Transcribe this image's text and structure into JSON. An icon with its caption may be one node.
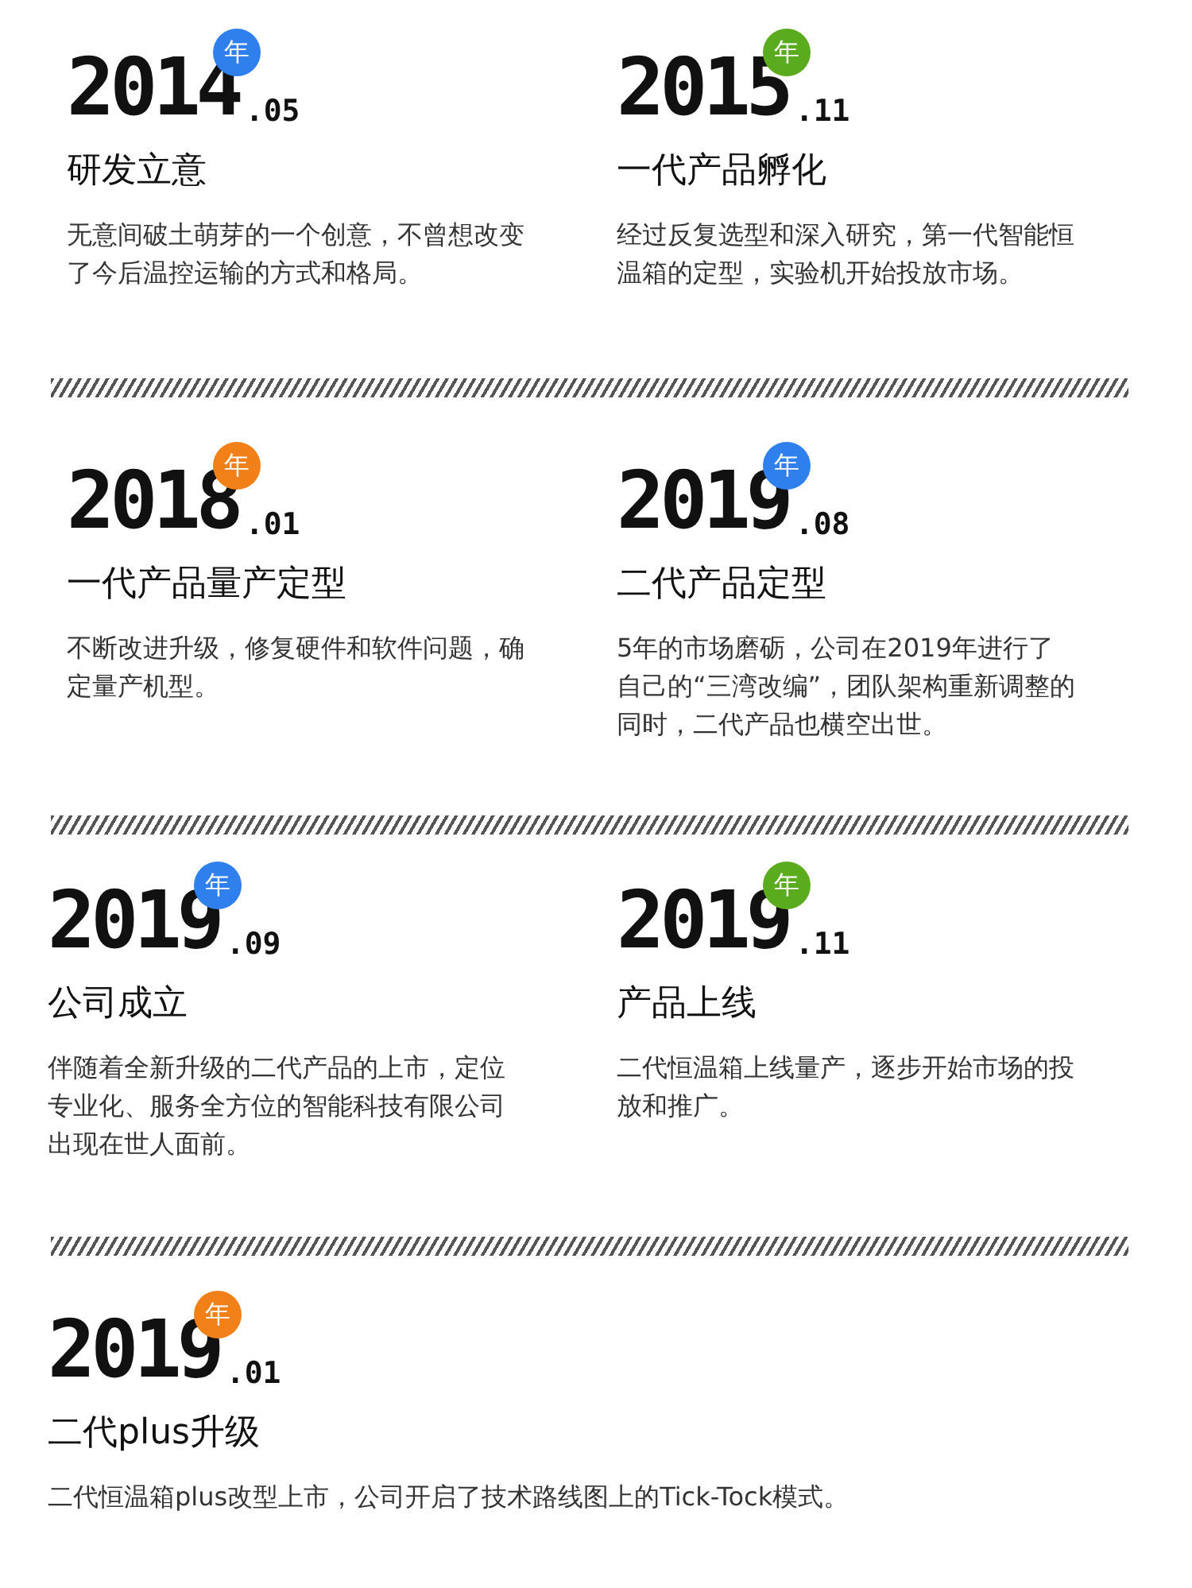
{
  "diagram": {
    "nodes": [
      {
        "text": [
          "2014",
          ".05",
          "年",
          "研发立意",
          "无意间破土萌芽的一个创意，不曾想改变了今后温控运输的方式和格局。"
        ]
      },
      {
        "text": [
          "2015",
          ".11",
          "年",
          "一代产品孵化",
          "经过反复选型和深入研究，第一代智能恒温箱的定型，实验机开始投放市场。"
        ]
      },
      {
        "text": [
          "2018",
          ".01",
          "年",
          "一代产品量产定型",
          "不断改进升级，修复硬件和软件问题，确定量产机型。"
        ]
      },
      {
        "text": [
          "2019",
          ".08",
          "年",
          "二代产品定型",
          "5年的市场磨砺，公司在2019年进行了自己的“三湾改编”，团队架构重新调整的同时，二代产品也横空出世。"
        ]
      },
      {
        "text": [
          "2019",
          ".09",
          "年",
          "公司成立",
          "伴随着全新升级的二代产品的上市，定位专业化、服务全方位的智能科技有限公司出现在世人面前。"
        ]
      },
      {
        "text": [
          "2019",
          ".11",
          "年",
          "产品上线",
          "二代恒温箱上线量产，逐步开始市场的投放和推广。"
        ]
      },
      {
        "text": [
          "2019",
          ".01",
          "年",
          "二代plus升级",
          "二代恒温箱plus改型上市，公司开启了技术路线图上的Tick-Tock模式。"
        ]
      }
    ]
  }
}
